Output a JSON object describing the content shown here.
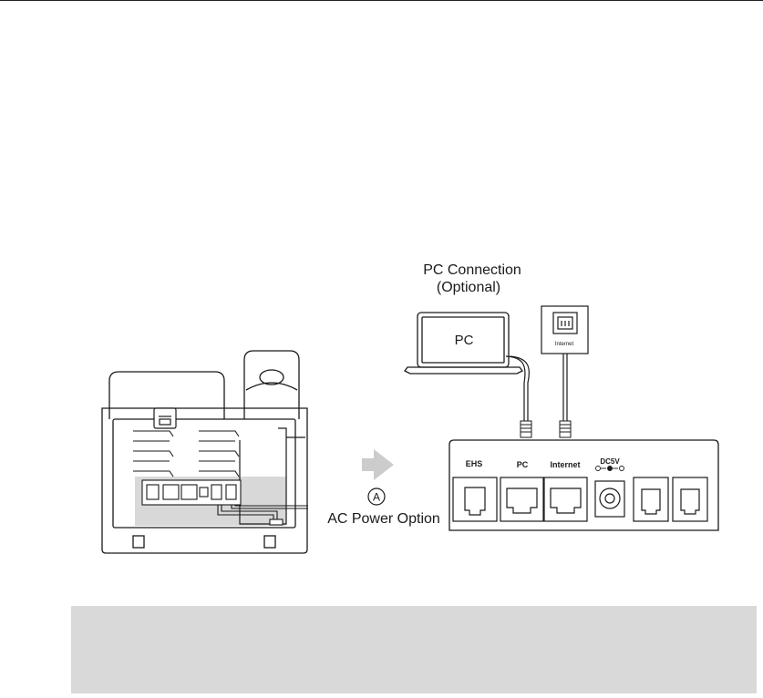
{
  "diagram": {
    "pc_connection": {
      "title_line1": "PC Connection",
      "title_line2": "(Optional)"
    },
    "pc_label": "PC",
    "wall_jack_label": "Internet",
    "callout": {
      "marker": "A",
      "label": "AC Power Option"
    },
    "ports": {
      "ehs": "EHS",
      "pc": "PC",
      "internet": "Internet",
      "dc": "DC5V"
    }
  },
  "colors": {
    "line": "#1a1a1a",
    "arrow": "#cccccc",
    "shade": "#d8d8d8",
    "note_box": "#d9d9d9"
  }
}
